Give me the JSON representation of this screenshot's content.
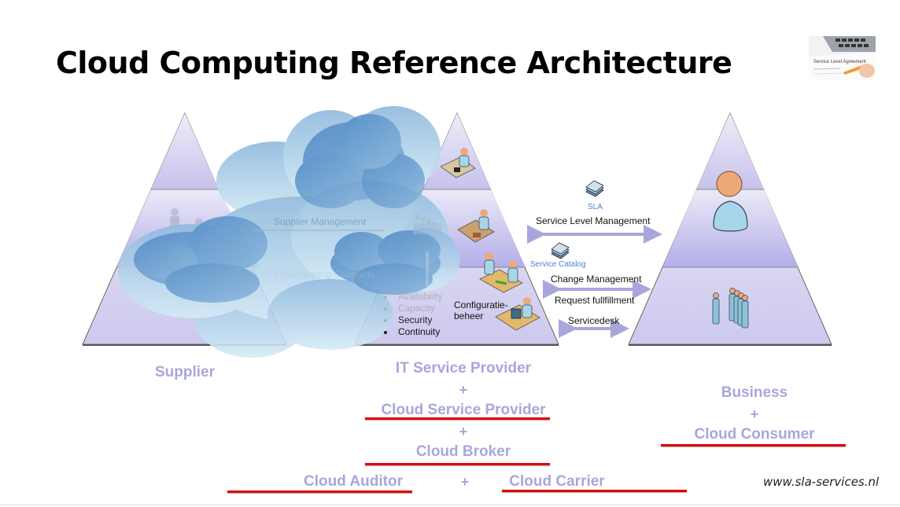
{
  "title": "Cloud Computing Reference Architecture",
  "thumbnail": {
    "caption": "Service Level Agreement",
    "icon": "sla-document-photo"
  },
  "pyramids": {
    "supplier": {
      "label": "Supplier",
      "icons": [
        "people-at-desk-icon",
        "person-with-computers-icon"
      ]
    },
    "it_provider": {
      "label": "IT Service Provider",
      "icons": [
        "person-at-keyboard-icon",
        "person-at-desk-icon",
        "meeting-icon",
        "helpdesk-operator-icon"
      ]
    },
    "business": {
      "label": "Business",
      "icons": [
        "user-icon",
        "group-icon"
      ]
    }
  },
  "cloud_overlay_texts": {
    "supplier_management": "Supplier Management",
    "underpinning": "Underpinning Contracts"
  },
  "bullets": [
    {
      "text": "Availability",
      "faded": true
    },
    {
      "text": "Capacity",
      "faded": true
    },
    {
      "text": "Security",
      "faded": false
    },
    {
      "text": "Continuity",
      "faded": false
    }
  ],
  "config_label": "Configuratie-\nbeheer",
  "config_label_line1": "Configuratie-",
  "config_label_line2": "beheer",
  "middle": {
    "sla": "SLA",
    "service_level_management": "Service Level Management",
    "service_catalog": "Service Catalog",
    "change_management": "Change Management",
    "request_fulfillment": "Request fullfillment",
    "servicedesk": "Servicedesk"
  },
  "roles": {
    "plus": "+",
    "it_service_provider": "IT Service Provider",
    "cloud_service_provider": "Cloud Service Provider",
    "cloud_broker": "Cloud Broker",
    "cloud_auditor": "Cloud Auditor",
    "cloud_carrier": "Cloud Carrier",
    "business": "Business",
    "cloud_consumer": "Cloud Consumer",
    "supplier": "Supplier"
  },
  "footer_url": "www.sla-services.nl",
  "colors": {
    "pyramid_fill_top": "#e6e4f4",
    "pyramid_fill_mid": "#b8b4e6",
    "role_text": "#a7a7db",
    "underline": "#e00000",
    "cloud": "#6fa0cf",
    "blue_label": "#4f81d6"
  }
}
